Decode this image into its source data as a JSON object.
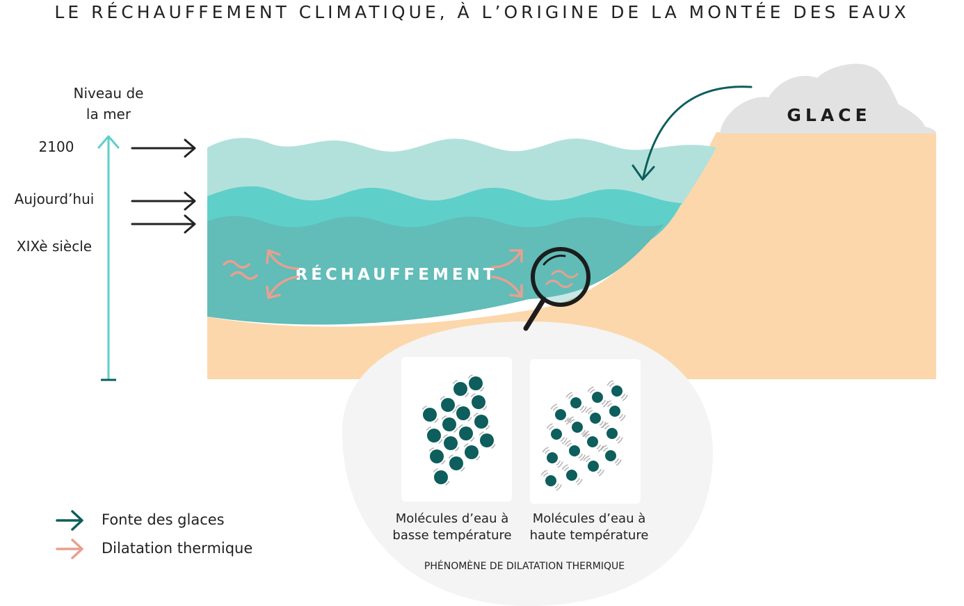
{
  "title": "LE RÉCHAUFFEMENT CLIMATIQUE, À L’ORIGINE DE LA MONTÉE DES EAUX",
  "sea_level_axis": {
    "label_line1": "Niveau de",
    "label_line2": "la mer",
    "levels": [
      {
        "label": "2100"
      },
      {
        "label": "Aujourd’hui"
      },
      {
        "label": "XIXè siècle"
      }
    ]
  },
  "ice_label": "GLACE",
  "warming_label": "RÉCHAUFFEMENT",
  "inset": {
    "panels": [
      {
        "line1": "Molécules d’eau à",
        "line2": "basse température"
      },
      {
        "line1": "Molécules d’eau à",
        "line2": "haute température"
      }
    ],
    "caption": "PHÉNOMÈNE DE DILATATION THERMIQUE"
  },
  "legend": [
    {
      "label": "Fonte des glaces",
      "color": "#0d5e5c",
      "icon": "dark-teal-arrow-icon"
    },
    {
      "label": "Dilatation thermique",
      "color": "#e8a08f",
      "icon": "salmon-arrow-icon"
    }
  ],
  "colors": {
    "sea_2100": "#b2e1dc",
    "sea_today": "#5fcfca",
    "sea_19th": "#62bcb8",
    "sand": "#fcd7ab",
    "ice": "#e2e2e2",
    "axis": "#5fcfca",
    "molecule": "#0d5e5c",
    "inset_bg": "#f3f4f3"
  }
}
